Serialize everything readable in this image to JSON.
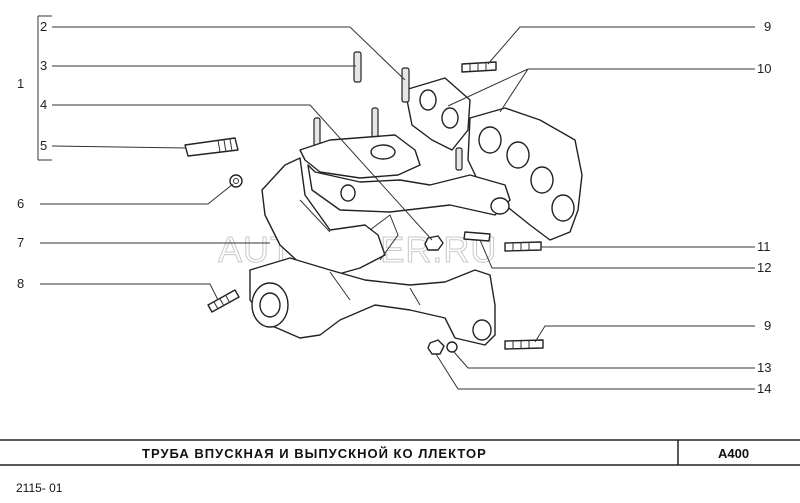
{
  "title_bar": {
    "title": "ТРУБА  ВПУСКНАЯ  И  ВЫПУСКНОЙ  КО ЛЛЕКТОР",
    "code": "А400"
  },
  "footer": {
    "model": "2115- 01"
  },
  "watermark": "AUTOPITER.RU",
  "callouts_left": [
    {
      "num": "1"
    },
    {
      "num": "2"
    },
    {
      "num": "3"
    },
    {
      "num": "4"
    },
    {
      "num": "5"
    },
    {
      "num": "6"
    },
    {
      "num": "7"
    },
    {
      "num": "8"
    }
  ],
  "callouts_right": [
    {
      "num": "9"
    },
    {
      "num": "10"
    },
    {
      "num": "11"
    },
    {
      "num": "12"
    },
    {
      "num": "9"
    },
    {
      "num": "13"
    },
    {
      "num": "14"
    }
  ]
}
